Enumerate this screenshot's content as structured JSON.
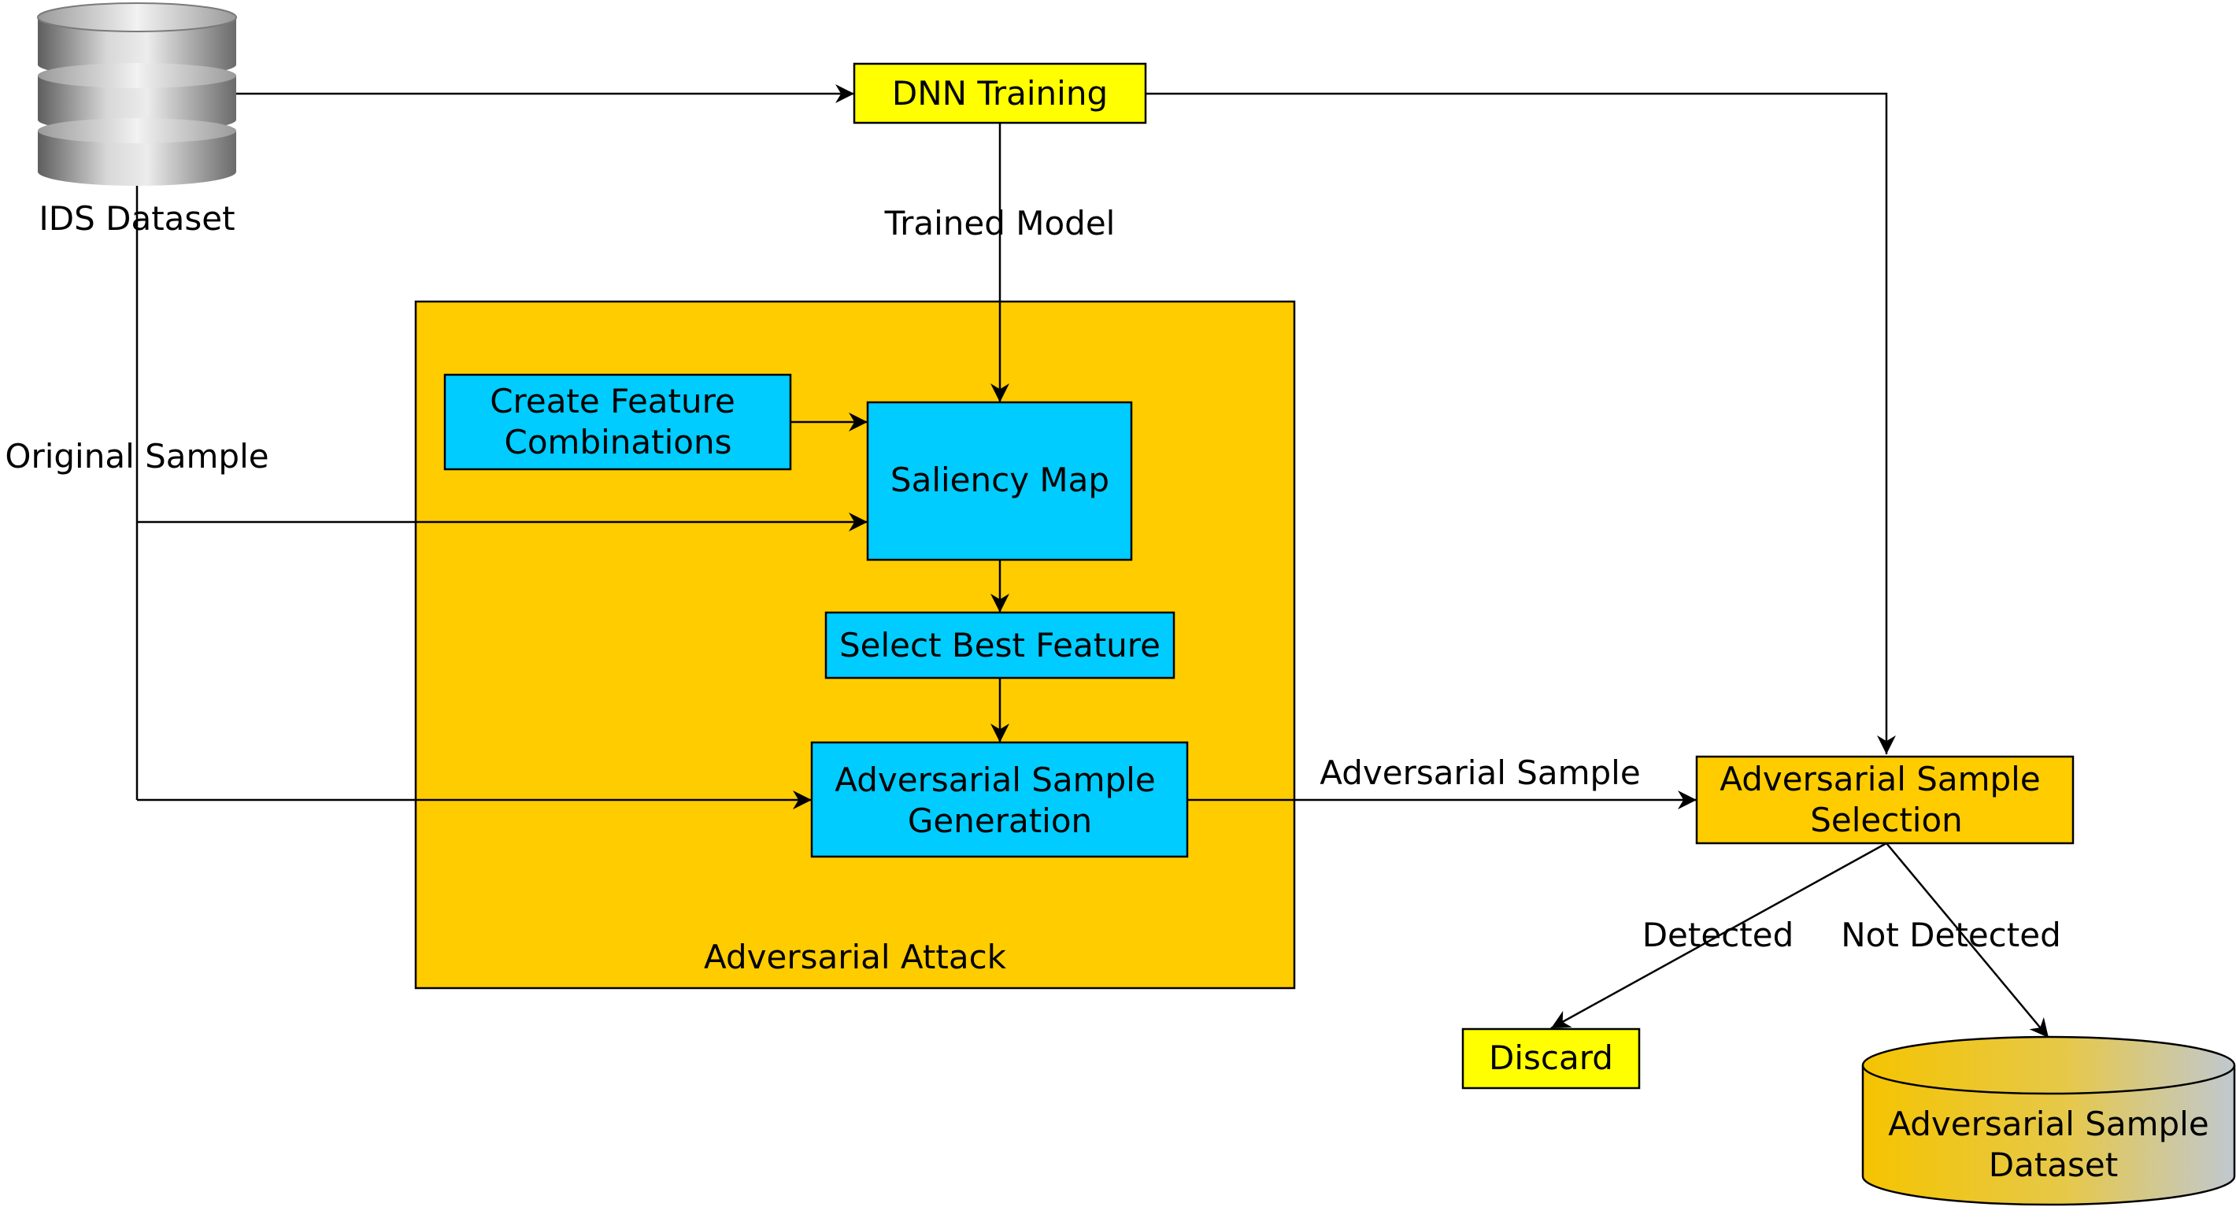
{
  "nodes": {
    "ids_dataset": "IDS Dataset",
    "dnn_training": "DNN Training",
    "adversarial_attack": "Adversarial Attack",
    "create_feature_line1": "Create Feature",
    "create_feature_line2": "Combinations",
    "saliency_map": "Saliency Map",
    "select_best_feature": "Select Best Feature",
    "adv_generation_line1": "Adversarial Sample",
    "adv_generation_line2": "Generation",
    "adv_selection_line1": "Adversarial Sample",
    "adv_selection_line2": "Selection",
    "discard": "Discard",
    "adv_dataset_line1": "Adversarial Sample",
    "adv_dataset_line2": "Dataset"
  },
  "edges": {
    "trained_model": "Trained Model",
    "original_sample": "Original Sample",
    "adversarial_sample": "Adversarial Sample",
    "detected": "Detected",
    "not_detected": "Not Detected"
  },
  "colors": {
    "yellow_box": "#ffff00",
    "orange_container": "#ffcc00",
    "cyan_box": "#00ccff",
    "cylinder_gradient_start": "#f5c400",
    "cylinder_gradient_end": "#c0c8d0"
  }
}
